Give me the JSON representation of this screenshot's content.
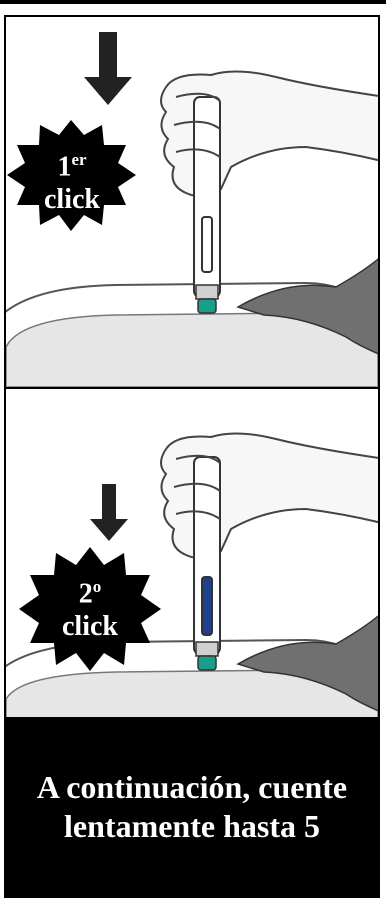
{
  "steps": [
    {
      "number": "1",
      "suffix": "er",
      "word": "click"
    },
    {
      "number": "2",
      "suffix": "o",
      "word": "click"
    }
  ],
  "instruction": {
    "line1": "A continuación, cuente",
    "line2": "lentamente hasta 5"
  },
  "colors": {
    "cap": "#1a9e8a",
    "window": "#1f3f8f",
    "cushion": "#dcdcdc",
    "cloth": "#707070"
  }
}
